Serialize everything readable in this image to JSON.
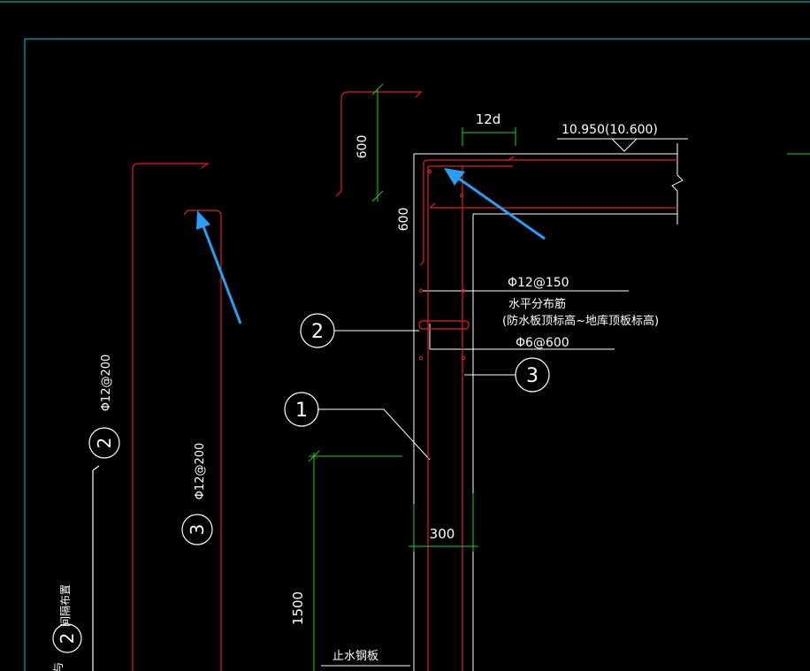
{
  "colors": {
    "background": "#000000",
    "frame": "#00cccc",
    "rebar": "#e02020",
    "dimension": "#20d020",
    "line": "#ffffff",
    "annotation_arrow": "#2a9df4"
  },
  "dimensions": {
    "anchor_length_top": "600",
    "anchor_length_wall": "600",
    "hook_length": "12d",
    "wall_thickness": "300",
    "lower_height": "1500"
  },
  "elevation": {
    "label": "10.950(10.600)"
  },
  "rebar_labels": {
    "horizontal_spec": "Φ12@150",
    "horizontal_name": "水平分布筋",
    "horizontal_range": "(防水板顶标高~地库顶板标高)",
    "tie_spec": "Φ6@600",
    "left_bar_2_spec": "Φ12@200",
    "left_bar_3_spec": "Φ12@200",
    "water_stop": "止水钢板",
    "spacing_note": "间隔布置",
    "cut_text": "与"
  },
  "callouts": {
    "c1": "1",
    "c2": "2",
    "c3": "3",
    "left_c2": "2",
    "left_c3": "3",
    "bottom_c2": "2"
  }
}
